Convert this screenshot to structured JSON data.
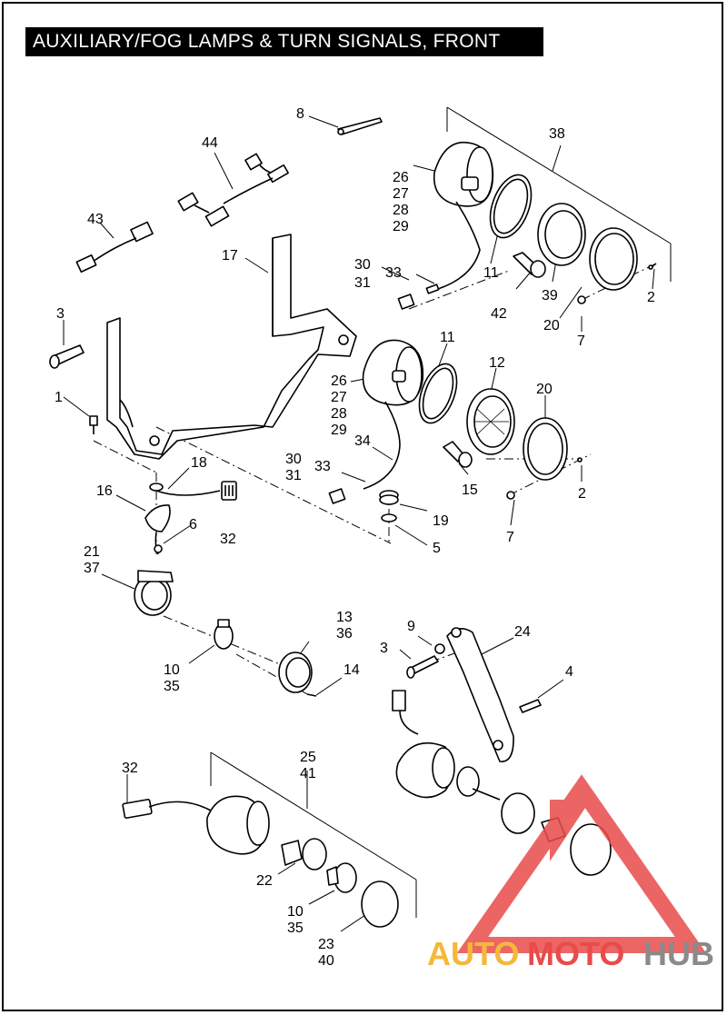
{
  "title": "AUXILIARY/FOG LAMPS & TURN SIGNALS, FRONT",
  "callouts": [
    {
      "id": "c8a",
      "text": "8"
    },
    {
      "id": "c44",
      "text": "44"
    },
    {
      "id": "c43",
      "text": "43"
    },
    {
      "id": "c38",
      "text": "38"
    },
    {
      "id": "c26a",
      "text": "26"
    },
    {
      "id": "c27a",
      "text": "27"
    },
    {
      "id": "c28a",
      "text": "28"
    },
    {
      "id": "c29a",
      "text": "29"
    },
    {
      "id": "c17",
      "text": "17"
    },
    {
      "id": "c30a",
      "text": "30"
    },
    {
      "id": "c31a",
      "text": "31"
    },
    {
      "id": "c33a",
      "text": "33"
    },
    {
      "id": "c11a",
      "text": "11"
    },
    {
      "id": "c42",
      "text": "42"
    },
    {
      "id": "c39",
      "text": "39"
    },
    {
      "id": "c2a",
      "text": "2"
    },
    {
      "id": "c20a",
      "text": "20"
    },
    {
      "id": "c7a",
      "text": "7"
    },
    {
      "id": "c3a",
      "text": "3"
    },
    {
      "id": "c11b",
      "text": "11"
    },
    {
      "id": "c12",
      "text": "12"
    },
    {
      "id": "c20b",
      "text": "20"
    },
    {
      "id": "c26b",
      "text": "26"
    },
    {
      "id": "c27b",
      "text": "27"
    },
    {
      "id": "c28b",
      "text": "28"
    },
    {
      "id": "c29b",
      "text": "29"
    },
    {
      "id": "c1",
      "text": "1"
    },
    {
      "id": "c34",
      "text": "34"
    },
    {
      "id": "c18",
      "text": "18"
    },
    {
      "id": "c30b",
      "text": "30"
    },
    {
      "id": "c31b",
      "text": "31"
    },
    {
      "id": "c33b",
      "text": "33"
    },
    {
      "id": "c15",
      "text": "15"
    },
    {
      "id": "c2b",
      "text": "2"
    },
    {
      "id": "c16",
      "text": "16"
    },
    {
      "id": "c19",
      "text": "19"
    },
    {
      "id": "c5",
      "text": "5"
    },
    {
      "id": "c7b",
      "text": "7"
    },
    {
      "id": "c6",
      "text": "6"
    },
    {
      "id": "c32a",
      "text": "32"
    },
    {
      "id": "c21",
      "text": "21"
    },
    {
      "id": "c37",
      "text": "37"
    },
    {
      "id": "c13",
      "text": "13"
    },
    {
      "id": "c36",
      "text": "36"
    },
    {
      "id": "c9",
      "text": "9"
    },
    {
      "id": "c24",
      "text": "24"
    },
    {
      "id": "c3b",
      "text": "3"
    },
    {
      "id": "c4",
      "text": "4"
    },
    {
      "id": "c14",
      "text": "14"
    },
    {
      "id": "c10a",
      "text": "10"
    },
    {
      "id": "c35a",
      "text": "35"
    },
    {
      "id": "c25",
      "text": "25"
    },
    {
      "id": "c41",
      "text": "41"
    },
    {
      "id": "c32b",
      "text": "32"
    },
    {
      "id": "c22",
      "text": "22"
    },
    {
      "id": "c10b",
      "text": "10"
    },
    {
      "id": "c35b",
      "text": "35"
    },
    {
      "id": "c23",
      "text": "23"
    },
    {
      "id": "c40",
      "text": "40"
    }
  ],
  "watermark": {
    "part1": "AUTO",
    "part2": "MOTO",
    "part3": "HUB",
    "color1": "#f5b83a",
    "color2": "#e94b4b",
    "color3": "#8a8a8a",
    "logo_color": "#e94b4b"
  }
}
